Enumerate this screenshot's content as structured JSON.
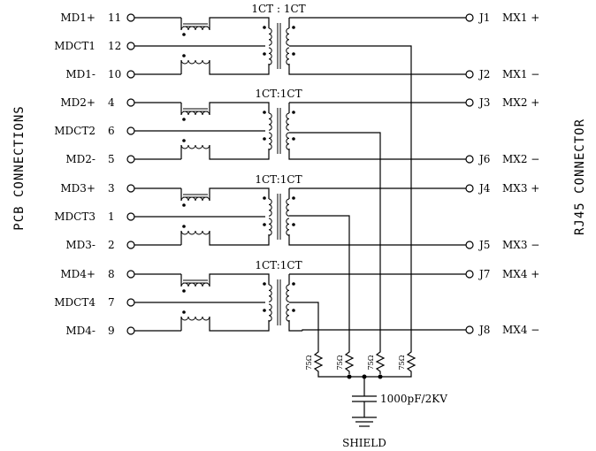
{
  "labels": {
    "pcb_connections": "PCB CONNECTIONS",
    "rj45_connector": "RJ45 CONNECTOR",
    "shield": "SHIELD",
    "capacitor": "1000pF/2KV",
    "resistor": "75Ω"
  },
  "channels": [
    {
      "ratio": "1CT : 1CT",
      "left_pins": [
        {
          "name": "MD1+",
          "num": "11"
        },
        {
          "name": "MDCT1",
          "num": "12"
        },
        {
          "name": "MD1-",
          "num": "10"
        }
      ],
      "right_pins": [
        {
          "j": "J1",
          "mx": "MX1  +"
        },
        {
          "j": "J2",
          "mx": "MX1  −"
        }
      ]
    },
    {
      "ratio": "1CT:1CT",
      "left_pins": [
        {
          "name": "MD2+",
          "num": "4"
        },
        {
          "name": "MDCT2",
          "num": "6"
        },
        {
          "name": "MD2-",
          "num": "5"
        }
      ],
      "right_pins": [
        {
          "j": "J3",
          "mx": "MX2  +"
        },
        {
          "j": "J6",
          "mx": "MX2  −"
        }
      ]
    },
    {
      "ratio": "1CT:1CT",
      "left_pins": [
        {
          "name": "MD3+",
          "num": "3"
        },
        {
          "name": "MDCT3",
          "num": "1"
        },
        {
          "name": "MD3-",
          "num": "2"
        }
      ],
      "right_pins": [
        {
          "j": "J4",
          "mx": "MX3  +"
        },
        {
          "j": "J5",
          "mx": "MX3  −"
        }
      ]
    },
    {
      "ratio": "1CT:1CT",
      "left_pins": [
        {
          "name": "MD4+",
          "num": "8"
        },
        {
          "name": "MDCT4",
          "num": "7"
        },
        {
          "name": "MD4-",
          "num": "9"
        }
      ],
      "right_pins": [
        {
          "j": "J7",
          "mx": "MX4  +"
        },
        {
          "j": "J8",
          "mx": "MX4  −"
        }
      ]
    }
  ]
}
